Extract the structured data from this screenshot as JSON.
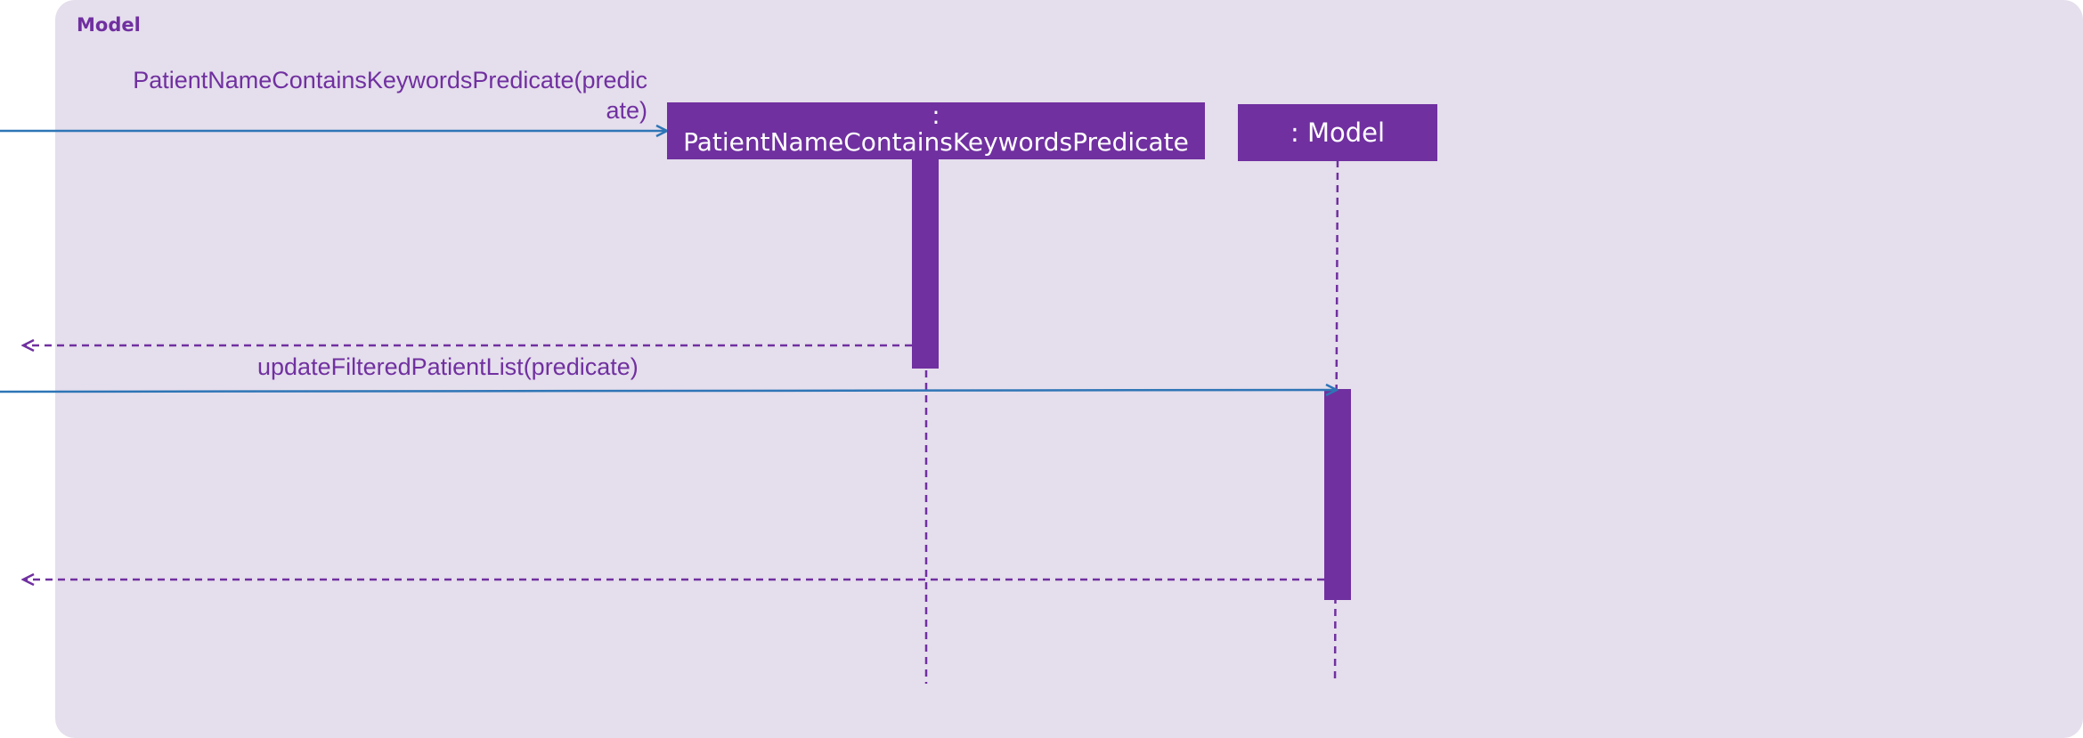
{
  "frame": {
    "label": "Model"
  },
  "lifelines": {
    "predicate": {
      "label_prefix": ":",
      "label_name": "PatientNameContainsKeywordsPredicate"
    },
    "model": {
      "label": ": Model"
    }
  },
  "messages": {
    "create_predicate": {
      "line1": "PatientNameContainsKeywordsPredicate(predic",
      "line2": "ate)"
    },
    "update_list": {
      "label": "updateFilteredPatientList(predicate)"
    }
  },
  "colors": {
    "frame_fill": "#e5deec",
    "accent": "#7030a0",
    "call_arrow": "#2e75b6",
    "return_arrow": "#7030a0"
  }
}
